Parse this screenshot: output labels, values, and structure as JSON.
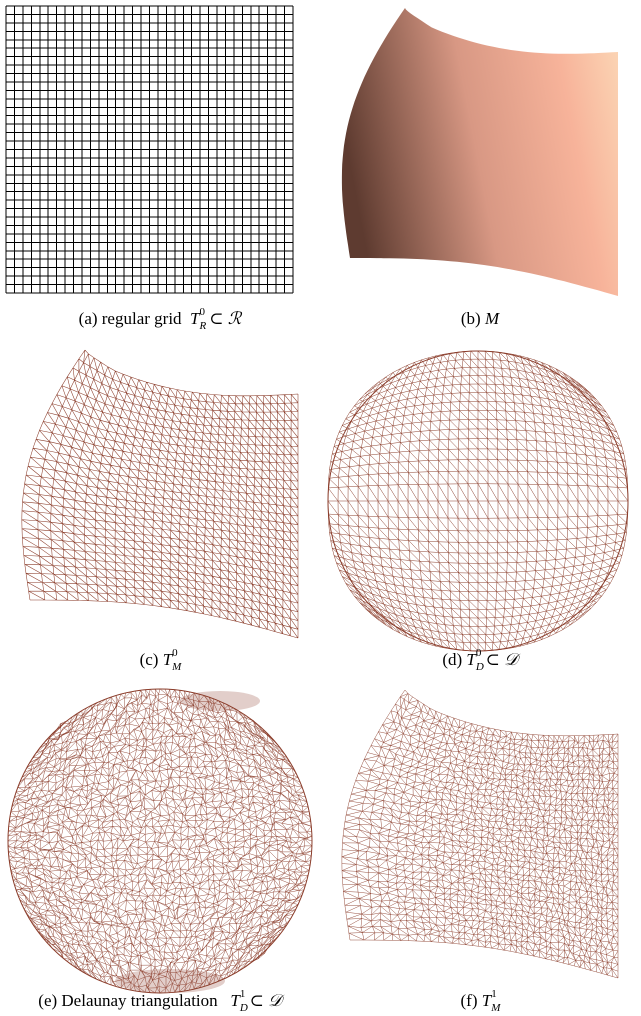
{
  "figure": {
    "panels": [
      {
        "id": "a",
        "prefix": "(a) regular grid",
        "sym_main": "T",
        "sym_sup": "0",
        "sym_sub": "R",
        "relation": "⊂",
        "set": "ℛ"
      },
      {
        "id": "b",
        "prefix": "(b)",
        "sym_main": "M",
        "sym_sup": "",
        "sym_sub": "",
        "relation": "",
        "set": ""
      },
      {
        "id": "c",
        "prefix": "(c)",
        "sym_main": "T",
        "sym_sup": "0",
        "sym_sub": "M",
        "relation": "",
        "set": ""
      },
      {
        "id": "d",
        "prefix": "(d)",
        "sym_main": "T",
        "sym_sup": "0",
        "sym_sub": "D",
        "relation": "⊂",
        "set": "𝒟"
      },
      {
        "id": "e",
        "prefix": "(e) Delaunay triangulation",
        "sym_main": "T",
        "sym_sup": "1",
        "sym_sub": "D",
        "relation": "⊂",
        "set": "𝒟"
      },
      {
        "id": "f",
        "prefix": "(f)",
        "sym_main": "T",
        "sym_sup": "1",
        "sym_sub": "M",
        "relation": "",
        "set": ""
      }
    ],
    "colors": {
      "mesh": "#8b3d2b",
      "surface_dark": "#5e3b30",
      "surface_mid": "#d89884",
      "surface_light": "#fbd2b2",
      "grid": "#000000"
    }
  }
}
